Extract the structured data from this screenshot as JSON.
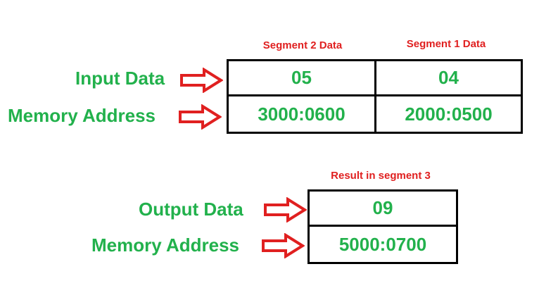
{
  "input_table": {
    "headers": [
      "Segment 2 Data",
      "Segment 1 Data"
    ],
    "rows": [
      {
        "label": "Input Data",
        "values": [
          "05",
          "04"
        ]
      },
      {
        "label": "Memory Address",
        "values": [
          "3000:0600",
          "2000:0500"
        ]
      }
    ]
  },
  "output_table": {
    "header": "Result in segment 3",
    "rows": [
      {
        "label": "Output Data",
        "value": "09"
      },
      {
        "label": "Memory Address",
        "value": "5000:0700"
      }
    ]
  },
  "colors": {
    "label_green": "#22b14c",
    "header_red": "#e02020",
    "arrow_red": "#e02020",
    "border": "#000000"
  },
  "icons": {
    "pointer": "right-arrow-icon"
  }
}
